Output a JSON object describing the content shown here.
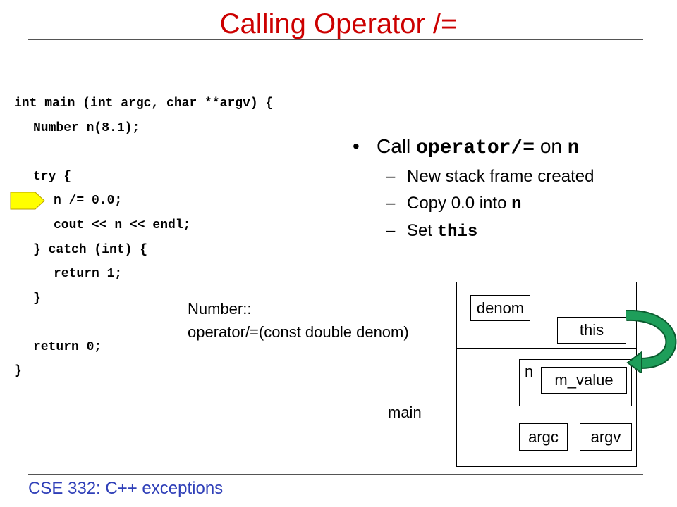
{
  "title": "Calling Operator /=",
  "footer": "CSE 332: C++ exceptions",
  "code": [
    "int main (int argc, char **argv) {",
    "Number n(8.1);",
    "try {",
    "n /= 0.0;",
    "cout << n << endl;",
    "} catch (int) {",
    "return 1;",
    "}",
    "return 0;",
    "}"
  ],
  "bullet": {
    "marker": "•",
    "prefix": "Call ",
    "code1": "operator/=",
    "middle": " on ",
    "code2": "n"
  },
  "sub_bullets": {
    "dash": "–",
    "item1": "New stack frame created",
    "item2_text": "Copy 0.0 into ",
    "item2_code": "n",
    "item3_text": "Set ",
    "item3_code": "this"
  },
  "operator_label": {
    "line1": "Number::",
    "line2": "operator/=(const double denom)"
  },
  "stack": {
    "denom": "denom",
    "this": "this",
    "n": "n",
    "m_value": "m_value",
    "main": "main",
    "argc": "argc",
    "argv": "argv"
  },
  "colors": {
    "title": "#cc0000",
    "footer": "#2f3fb8",
    "pointer_arrow": "#ffff00",
    "this_arrow": "#1e9e5a"
  }
}
